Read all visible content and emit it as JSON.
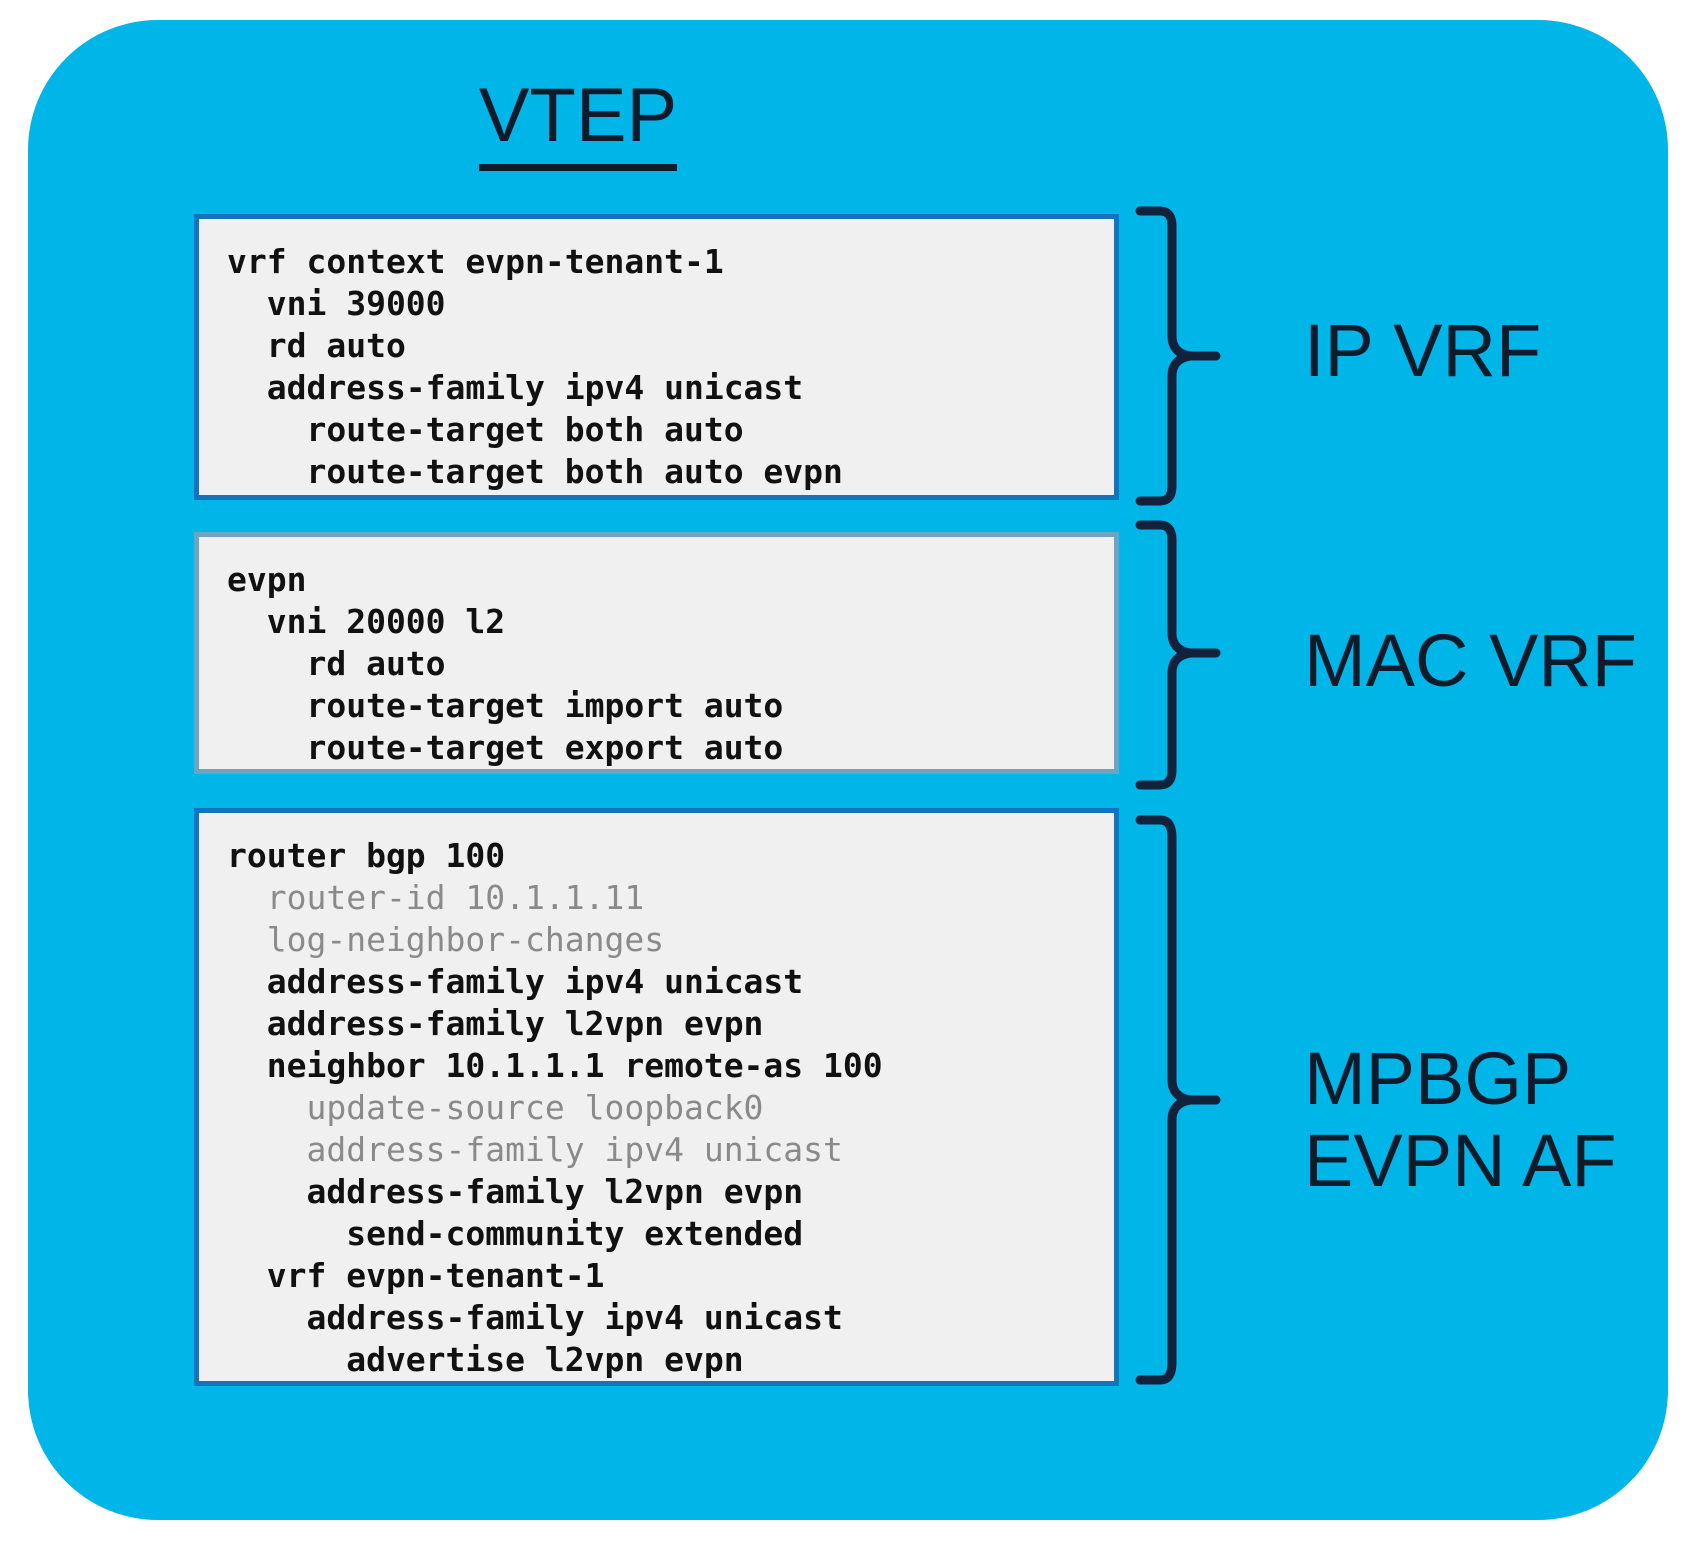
{
  "diagram": {
    "title": "VTEP",
    "background_color": "#00b5e8",
    "box_fill_color": "#f0f0f0",
    "box_border_color": "#1473bd",
    "bracket_color": "#12223d",
    "label_color": "#0d1b2a"
  },
  "boxes": [
    {
      "id": "ip-vrf",
      "label": "IP VRF",
      "lines": [
        {
          "text": "vrf context evpn-tenant-1",
          "dim": false
        },
        {
          "text": "  vni 39000",
          "dim": false
        },
        {
          "text": "  rd auto",
          "dim": false
        },
        {
          "text": "  address-family ipv4 unicast",
          "dim": false
        },
        {
          "text": "    route-target both auto",
          "dim": false
        },
        {
          "text": "    route-target both auto evpn",
          "dim": false
        }
      ]
    },
    {
      "id": "mac-vrf",
      "label": "MAC VRF",
      "lines": [
        {
          "text": "evpn",
          "dim": false
        },
        {
          "text": "  vni 20000 l2",
          "dim": false
        },
        {
          "text": "    rd auto",
          "dim": false
        },
        {
          "text": "    route-target import auto",
          "dim": false
        },
        {
          "text": "    route-target export auto",
          "dim": false
        }
      ]
    },
    {
      "id": "mpbgp",
      "label": "MPBGP\nEVPN AF",
      "lines": [
        {
          "text": "router bgp 100",
          "dim": false
        },
        {
          "text": "  router-id 10.1.1.11",
          "dim": true
        },
        {
          "text": "  log-neighbor-changes",
          "dim": true
        },
        {
          "text": "  address-family ipv4 unicast",
          "dim": false
        },
        {
          "text": "  address-family l2vpn evpn",
          "dim": false
        },
        {
          "text": "  neighbor 10.1.1.1 remote-as 100",
          "dim": false
        },
        {
          "text": "    update-source loopback0",
          "dim": true
        },
        {
          "text": "    address-family ipv4 unicast",
          "dim": true
        },
        {
          "text": "    address-family l2vpn evpn",
          "dim": false
        },
        {
          "text": "      send-community extended",
          "dim": false
        },
        {
          "text": "  vrf evpn-tenant-1",
          "dim": false
        },
        {
          "text": "    address-family ipv4 unicast",
          "dim": false
        },
        {
          "text": "      advertise l2vpn evpn",
          "dim": false
        }
      ]
    }
  ]
}
